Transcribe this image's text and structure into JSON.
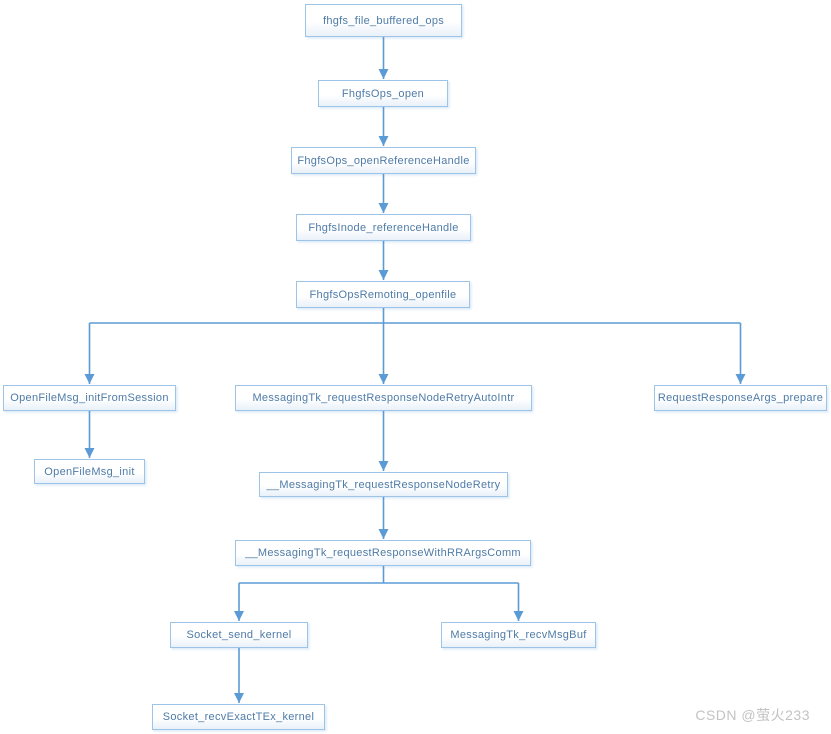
{
  "page": {
    "background": "#ffffff",
    "watermark": "CSDN @萤火233"
  },
  "style": {
    "line_color": "#5b9bd5",
    "box_border_color": "#9dc3e6",
    "box_text_color": "#4e7ba7",
    "box_fill_top": "#ffffff",
    "box_fill_bottom": "#e9f1f9",
    "watermark_color": "#c3c3c3",
    "page_background": "#ffffff"
  },
  "diagram": {
    "type": "call-graph-flowchart",
    "nodes": [
      {
        "id": "fhgfs_file_buffered_ops",
        "label": "fhgfs_file_buffered_ops"
      },
      {
        "id": "FhgfsOps_open",
        "label": "FhgfsOps_open"
      },
      {
        "id": "FhgfsOps_openReferenceHandle",
        "label": "FhgfsOps_openReferenceHandle"
      },
      {
        "id": "FhgfsInode_referenceHandle",
        "label": "FhgfsInode_referenceHandle"
      },
      {
        "id": "FhgfsOpsRemoting_openfile",
        "label": "FhgfsOpsRemoting_openfile"
      },
      {
        "id": "OpenFileMsg_initFromSession",
        "label": "OpenFileMsg_initFromSession"
      },
      {
        "id": "MessagingTk_requestResponseNodeRetryAutoIntr",
        "label": "MessagingTk_requestResponseNodeRetryAutoIntr"
      },
      {
        "id": "RequestResponseArgs_prepare",
        "label": "RequestResponseArgs_prepare"
      },
      {
        "id": "OpenFileMsg_init",
        "label": "OpenFileMsg_init"
      },
      {
        "id": "__MessagingTk_requestResponseNodeRetry",
        "label": "__MessagingTk_requestResponseNodeRetry"
      },
      {
        "id": "__MessagingTk_requestResponseWithRRArgsComm",
        "label": "__MessagingTk_requestResponseWithRRArgsComm"
      },
      {
        "id": "Socket_send_kernel",
        "label": "Socket_send_kernel"
      },
      {
        "id": "MessagingTk_recvMsgBuf",
        "label": "MessagingTk_recvMsgBuf"
      },
      {
        "id": "Socket_recvExactTEx_kernel",
        "label": "Socket_recvExactTEx_kernel"
      }
    ],
    "edges": [
      {
        "from": "fhgfs_file_buffered_ops",
        "to": "FhgfsOps_open"
      },
      {
        "from": "FhgfsOps_open",
        "to": "FhgfsOps_openReferenceHandle"
      },
      {
        "from": "FhgfsOps_openReferenceHandle",
        "to": "FhgfsInode_referenceHandle"
      },
      {
        "from": "FhgfsInode_referenceHandle",
        "to": "FhgfsOpsRemoting_openfile"
      },
      {
        "from": "FhgfsOpsRemoting_openfile",
        "to": "OpenFileMsg_initFromSession"
      },
      {
        "from": "FhgfsOpsRemoting_openfile",
        "to": "MessagingTk_requestResponseNodeRetryAutoIntr"
      },
      {
        "from": "FhgfsOpsRemoting_openfile",
        "to": "RequestResponseArgs_prepare"
      },
      {
        "from": "OpenFileMsg_initFromSession",
        "to": "OpenFileMsg_init"
      },
      {
        "from": "MessagingTk_requestResponseNodeRetryAutoIntr",
        "to": "__MessagingTk_requestResponseNodeRetry"
      },
      {
        "from": "__MessagingTk_requestResponseNodeRetry",
        "to": "__MessagingTk_requestResponseWithRRArgsComm"
      },
      {
        "from": "__MessagingTk_requestResponseWithRRArgsComm",
        "to": "Socket_send_kernel"
      },
      {
        "from": "__MessagingTk_requestResponseWithRRArgsComm",
        "to": "MessagingTk_recvMsgBuf"
      },
      {
        "from": "Socket_send_kernel",
        "to": "Socket_recvExactTEx_kernel"
      }
    ]
  }
}
